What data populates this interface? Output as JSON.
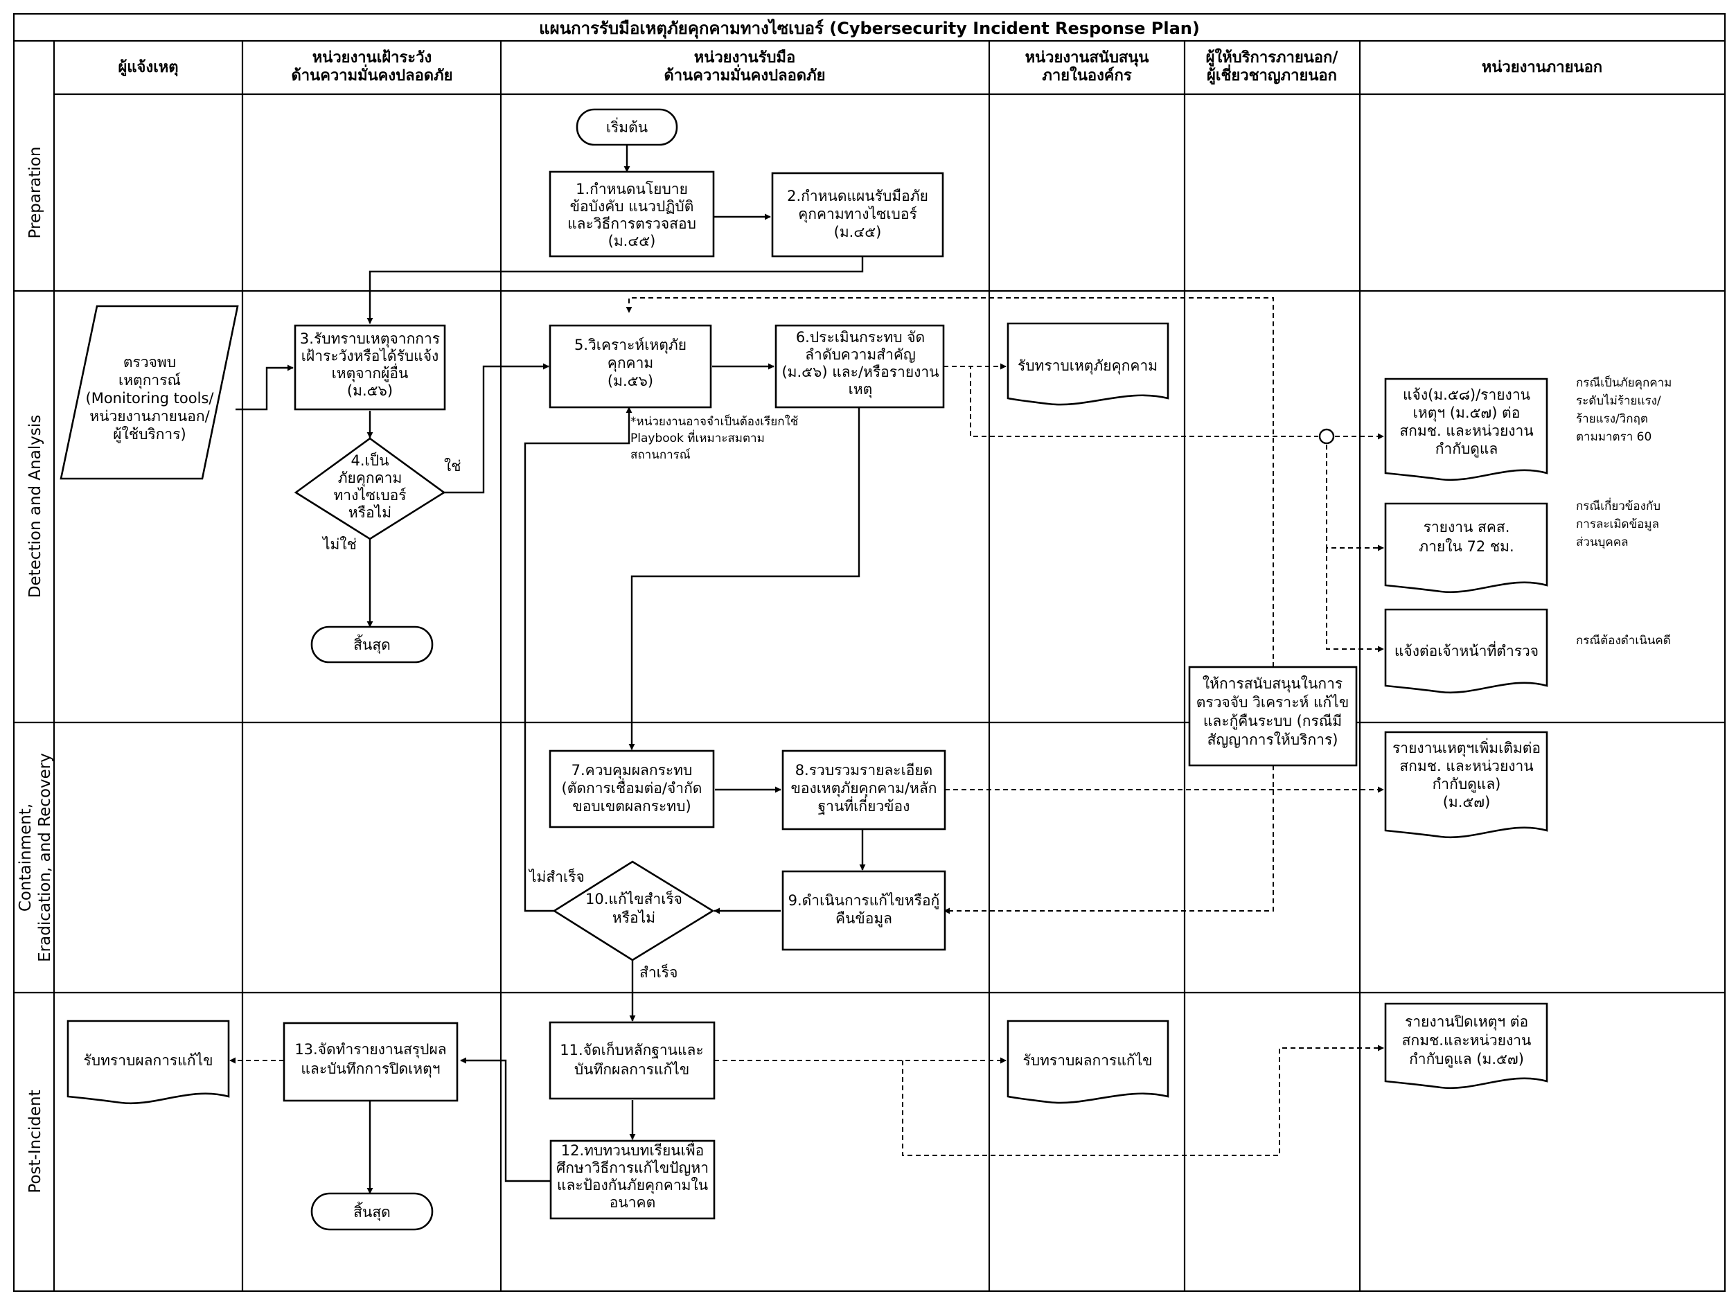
{
  "title": "แผนการรับมือเหตุภัยคุกคามทางไซเบอร์ (Cybersecurity Incident Response Plan)",
  "lanes": [
    [
      "ผู้แจ้งเหตุ"
    ],
    [
      "หน่วยงานเฝ้าระวัง",
      "ด้านความมั่นคงปลอดภัย"
    ],
    [
      "หน่วยงานรับมือ",
      "ด้านความมั่นคงปลอดภัย"
    ],
    [
      "หน่วยงานสนับสนุน",
      "ภายในองค์กร"
    ],
    [
      "ผู้ให้บริการภายนอก/",
      "ผู้เชี่ยวชาญภายนอก"
    ],
    [
      "หน่วยงานภายนอก"
    ]
  ],
  "phases": [
    [
      "Preparation"
    ],
    [
      "Detection and Analysis"
    ],
    [
      "Containment,",
      "Eradication, and Recovery"
    ],
    [
      "Post-Incident"
    ]
  ],
  "nodes": {
    "start": [
      "เริ่มต้น"
    ],
    "n1": [
      "1.กำหนดนโยบาย",
      "ข้อบังคับ แนวปฏิบัติ",
      "และวิธีการตรวจสอบ",
      "(ม.๔๕)"
    ],
    "n2": [
      "2.กำหนดแผนรับมือภัย",
      "คุกคามทางไซเบอร์",
      "(ม.๔๕)"
    ],
    "detect": [
      "ตรวจพบ",
      "เหตุการณ์",
      "(Monitoring tools/",
      "หน่วยงานภายนอก/",
      "ผู้ใช้บริการ)"
    ],
    "n3": [
      "3.รับทราบเหตุจากการ",
      "เฝ้าระวังหรือได้รับแจ้ง",
      "เหตุจากผู้อื่น",
      "(ม.๕๖)"
    ],
    "n4": [
      "4.เป็น",
      "ภัยคุกคาม",
      "ทางไซเบอร์",
      "หรือไม่"
    ],
    "end1": [
      "สิ้นสุด"
    ],
    "n5": [
      "5.วิเคราะห์เหตุภัย",
      "คุกคาม",
      "(ม.๕๖)"
    ],
    "n6": [
      "6.ประเมินกระทบ จัด",
      "ลำดับความสำคัญ",
      "(ม.๕๖) และ/หรือรายงาน",
      "เหตุ"
    ],
    "support_ack": [
      "รับทราบเหตุภัยคุกคาม"
    ],
    "ext1": [
      "แจ้ง(ม.๕๘)/รายงาน",
      "เหตุฯ (ม.๕๗) ต่อ",
      "สกมช. และหน่วยงาน",
      "กำกับดูแล"
    ],
    "ext2": [
      "รายงาน สคส.",
      "ภายใน 72 ชม."
    ],
    "ext3": [
      "แจ้งต่อเจ้าหน้าที่ตำรวจ"
    ],
    "vendor": [
      "ให้การสนับสนุนในการ",
      "ตรวจจับ วิเคราะห์ แก้ไข",
      "และกู้คืนระบบ (กรณีมี",
      "สัญญาการให้บริการ)"
    ],
    "n7": [
      "7.ควบคุมผลกระทบ",
      "(ตัดการเชื่อมต่อ/จำกัด",
      "ขอบเขตผลกระทบ)"
    ],
    "n8": [
      "8.รวบรวมรายละเอียด",
      "ของเหตุภัยคุกคาม/หลัก",
      "ฐานที่เกี่ยวข้อง"
    ],
    "ext4": [
      "รายงานเหตุฯเพิ่มเติมต่อ",
      "สกมช. และหน่วยงาน",
      "กำกับดูแล)",
      "(ม.๕๗)"
    ],
    "n9": [
      "9.ดำเนินการแก้ไขหรือกู้",
      "คืนข้อมูล"
    ],
    "n10": [
      "10.แก้ไขสำเร็จ",
      "หรือไม่"
    ],
    "notifier_ack": [
      "รับทราบผลการแก้ไข"
    ],
    "n13": [
      "13.จัดทำรายงานสรุปผล",
      "และบันทึกการปิดเหตุฯ"
    ],
    "end2": [
      "สิ้นสุด"
    ],
    "n11": [
      "11.จัดเก็บหลักฐานและ",
      "บันทึกผลการแก้ไข"
    ],
    "support_result": [
      "รับทราบผลการแก้ไข"
    ],
    "ext5": [
      "รายงานปิดเหตุฯ ต่อ",
      "สกมช.และหน่วยงาน",
      "กำกับดูแล (ม.๕๗)"
    ],
    "n12": [
      "12.ทบทวนบทเรียนเพื่อ",
      "ศึกษาวิธีการแก้ไขปัญหา",
      "และป้องกันภัยคุกคามใน",
      "อนาคต"
    ]
  },
  "labels": {
    "yes": "ใช่",
    "no": "ไม่ใช่",
    "fail": "ไม่สำเร็จ",
    "success": "สำเร็จ"
  },
  "notes": {
    "playbook": [
      "*หน่วยงานอาจจำเป็นต้องเรียกใช้",
      "Playbook ที่เหมาะสมตาม",
      "สถานการณ์"
    ],
    "severity": [
      "กรณีเป็นภัยคุกคาม",
      "ระดับไม่ร้ายแรง/",
      "ร้ายแรง/วิกฤต",
      "ตามมาตรา 60"
    ],
    "pdpa": [
      "กรณีเกี่ยวข้องกับ",
      "การละเมิดข้อมูล",
      "ส่วนบุคคล"
    ],
    "police": [
      "กรณีต้องดำเนินคดี"
    ]
  }
}
